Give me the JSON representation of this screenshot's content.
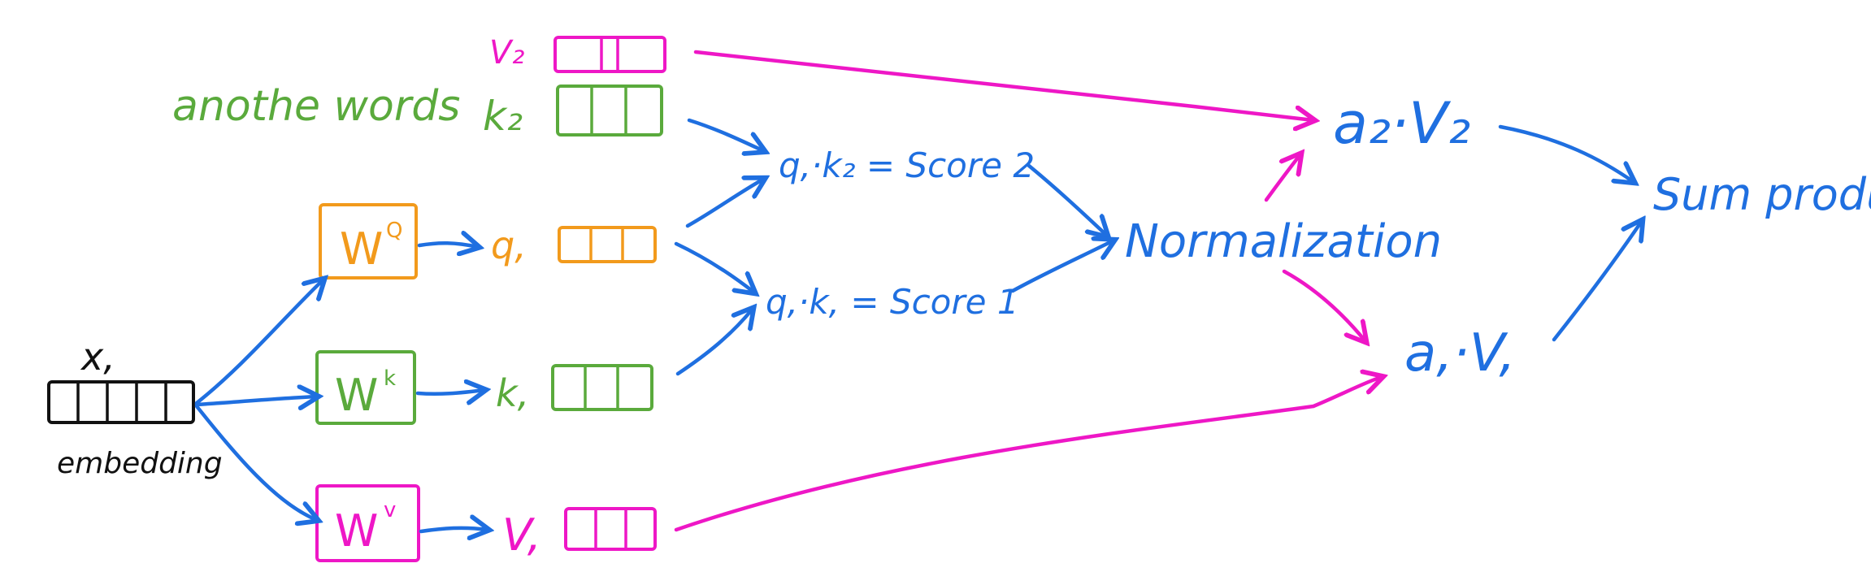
{
  "colors": {
    "blue": "#1f6fe0",
    "green": "#5aaa3c",
    "orange": "#f29a1c",
    "magenta": "#ee17c6",
    "black": "#111111"
  },
  "input": {
    "label": "x,",
    "caption": "embedding"
  },
  "weights": {
    "query": "W",
    "query_sup": "Q",
    "key": "W",
    "key_sup": "k",
    "value": "W",
    "value_sup": "v"
  },
  "vectors": {
    "q1": "q,",
    "k1": "k,",
    "v1": "V,",
    "k2": "k₂",
    "v2": "V₂"
  },
  "other_words_label": "anothe words",
  "scores": {
    "score2": "q,·k₂ = Score 2",
    "score1": "q,·k, = Score 1"
  },
  "normalization": "Normalization",
  "weighted": {
    "a2v2": "a₂·V₂",
    "a1v1": "a,·V,"
  },
  "sum_product": "Sum product"
}
